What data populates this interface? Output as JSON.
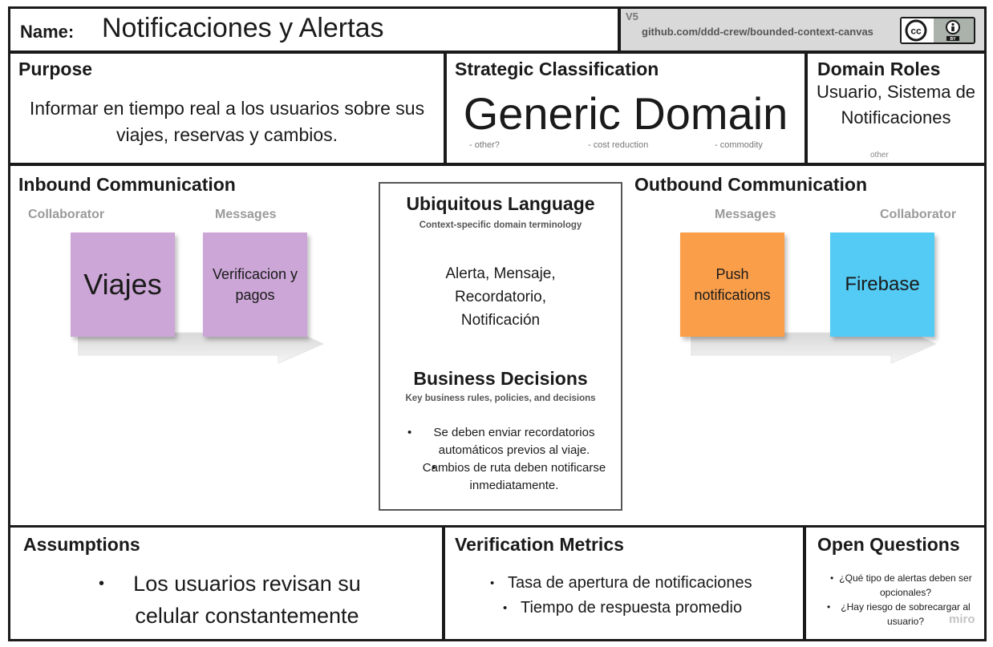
{
  "header": {
    "name_label": "Name:",
    "name_value": "Notificaciones y Alertas",
    "version": "V5",
    "github": "github.com/ddd-crew/bounded-context-canvas",
    "license_icon": "creative-commons-by-icon"
  },
  "purpose": {
    "title": "Purpose",
    "text": "Informar en tiempo real a los usuarios sobre sus viajes, reservas y cambios."
  },
  "strategic": {
    "title": "Strategic Classification",
    "value": "Generic Domain",
    "hints": [
      "- other?",
      "- cost reduction",
      "- commodity"
    ]
  },
  "roles": {
    "title": "Domain Roles",
    "text": "Usuario, Sistema de Notificaciones",
    "ghost": "other"
  },
  "inbound": {
    "title": "Inbound Communication",
    "collaborator_label": "Collaborator",
    "messages_label": "Messages",
    "collaborator": "Viajes",
    "message": "Verificacion y pagos",
    "collaborator_color": "#cba6d6",
    "message_color": "#cba6d6"
  },
  "outbound": {
    "title": "Outbound Communication",
    "messages_label": "Messages",
    "collaborator_label": "Collaborator",
    "message": "Push notifications",
    "collaborator": "Firebase",
    "message_color": "#fa9e4a",
    "collaborator_color": "#53cbf4"
  },
  "ubiquitous": {
    "title": "Ubiquitous Language",
    "subtitle": "Context-specific domain terminology",
    "terms": [
      "Alerta, Mensaje,",
      "Recordatorio,",
      "Notificación"
    ]
  },
  "business": {
    "title": "Business Decisions",
    "subtitle": "Key business rules, policies, and decisions",
    "items": [
      "Se deben enviar recordatorios automáticos previos al viaje.",
      "Cambios de ruta deben notificarse inmediatamente."
    ]
  },
  "assumptions": {
    "title": "Assumptions",
    "items": [
      "Los usuarios revisan su celular constantemente"
    ]
  },
  "metrics": {
    "title": "Verification Metrics",
    "items": [
      "Tasa de apertura de notificaciones",
      "Tiempo de respuesta promedio"
    ]
  },
  "questions": {
    "title": "Open Questions",
    "items": [
      "¿Qué tipo de alertas deben ser opcionales?",
      "¿Hay riesgo de sobrecargar al usuario?"
    ],
    "watermark": "miro"
  }
}
